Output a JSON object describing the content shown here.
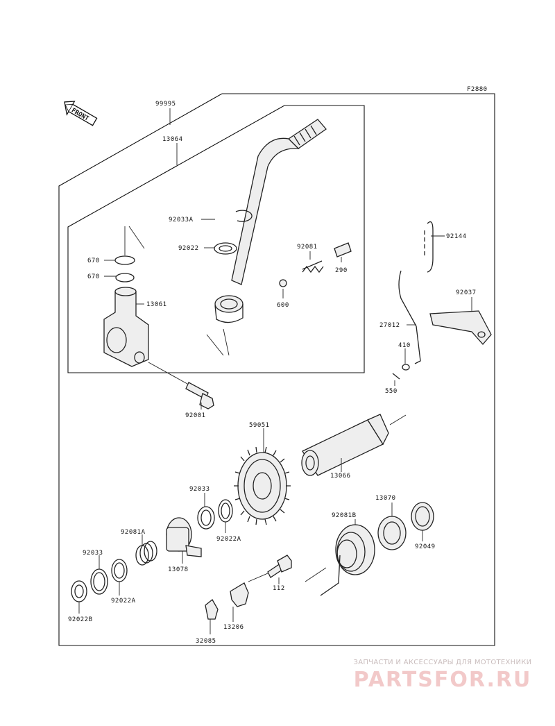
{
  "figure_code": "F2880",
  "front_arrow_label": "FRONT",
  "parts": {
    "p99995": "99995",
    "p13064": "13064",
    "p92033A": "92033A",
    "p92022_top": "92022",
    "p92081": "92081",
    "p290": "290",
    "p600": "600",
    "p670a": "670",
    "p670b": "670",
    "p13061": "13061",
    "p92001": "92001",
    "p92144": "92144",
    "p92037": "92037",
    "p27012": "27012",
    "p410": "410",
    "p550": "550",
    "p59051": "59051",
    "p13066": "13066",
    "p92033_mid": "92033",
    "p92022A_mid": "92022A",
    "p92081A": "92081A",
    "p13078": "13078",
    "p92033_left": "92033",
    "p92022A_left": "92022A",
    "p92022B": "92022B",
    "p13070": "13070",
    "p92081B": "92081B",
    "p92049": "92049",
    "p112": "112",
    "p13206": "13206",
    "p32085": "32085"
  },
  "watermark": {
    "tagline": "ЗАПЧАСТИ И АКСЕССУАРЫ ДЛЯ МОТОТЕХНИКИ",
    "logo": "PARTSFOR.RU"
  }
}
